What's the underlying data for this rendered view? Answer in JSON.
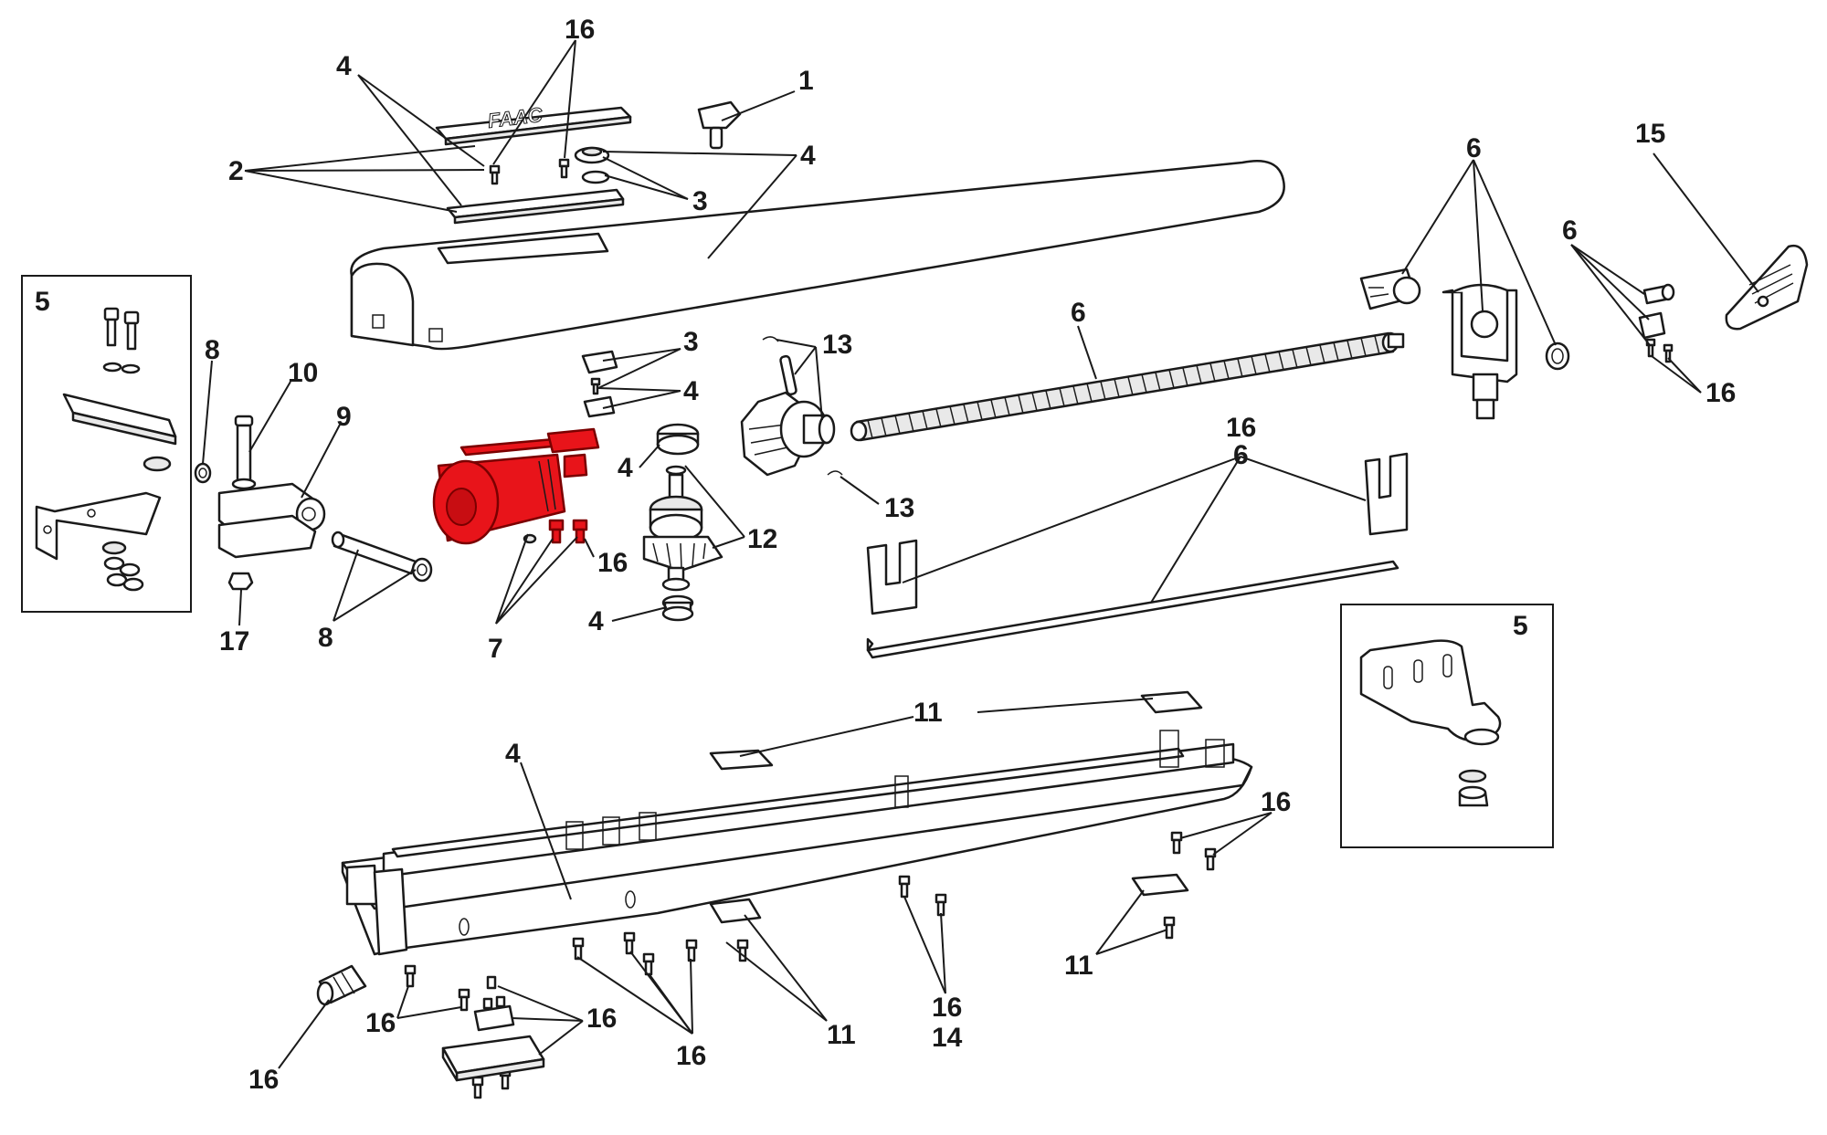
{
  "diagram": {
    "highlight_color": "#e8141a",
    "callouts": [
      {
        "id": "c1",
        "text": "1"
      },
      {
        "id": "c2",
        "text": "2"
      },
      {
        "id": "c3a",
        "text": "3"
      },
      {
        "id": "c3b",
        "text": "3"
      },
      {
        "id": "c4a",
        "text": "4"
      },
      {
        "id": "c4b",
        "text": "4"
      },
      {
        "id": "c4c",
        "text": "4"
      },
      {
        "id": "c4d",
        "text": "4"
      },
      {
        "id": "c4e",
        "text": "4"
      },
      {
        "id": "c4f",
        "text": "4"
      },
      {
        "id": "c5a",
        "text": "5"
      },
      {
        "id": "c5b",
        "text": "5"
      },
      {
        "id": "c6a",
        "text": "6"
      },
      {
        "id": "c6b",
        "text": "6"
      },
      {
        "id": "c6c",
        "text": "6"
      },
      {
        "id": "c6d",
        "text": "6"
      },
      {
        "id": "c7",
        "text": "7"
      },
      {
        "id": "c8a",
        "text": "8"
      },
      {
        "id": "c8b",
        "text": "8"
      },
      {
        "id": "c9",
        "text": "9"
      },
      {
        "id": "c10",
        "text": "10"
      },
      {
        "id": "c11a",
        "text": "11"
      },
      {
        "id": "c11b",
        "text": "11"
      },
      {
        "id": "c11c",
        "text": "11"
      },
      {
        "id": "c12",
        "text": "12"
      },
      {
        "id": "c13a",
        "text": "13"
      },
      {
        "id": "c13b",
        "text": "13"
      },
      {
        "id": "c14",
        "text": "14"
      },
      {
        "id": "c15",
        "text": "15"
      },
      {
        "id": "c16a",
        "text": "16"
      },
      {
        "id": "c16b",
        "text": "16"
      },
      {
        "id": "c16c",
        "text": "16"
      },
      {
        "id": "c16d",
        "text": "16"
      },
      {
        "id": "c16e",
        "text": "16"
      },
      {
        "id": "c16f",
        "text": "16"
      },
      {
        "id": "c16g",
        "text": "16"
      },
      {
        "id": "c16h",
        "text": "16"
      },
      {
        "id": "c16i",
        "text": "16"
      },
      {
        "id": "c16j",
        "text": "16"
      },
      {
        "id": "c16k",
        "text": "16"
      },
      {
        "id": "c17",
        "text": "17"
      }
    ],
    "cover_logo": "FAAC"
  }
}
